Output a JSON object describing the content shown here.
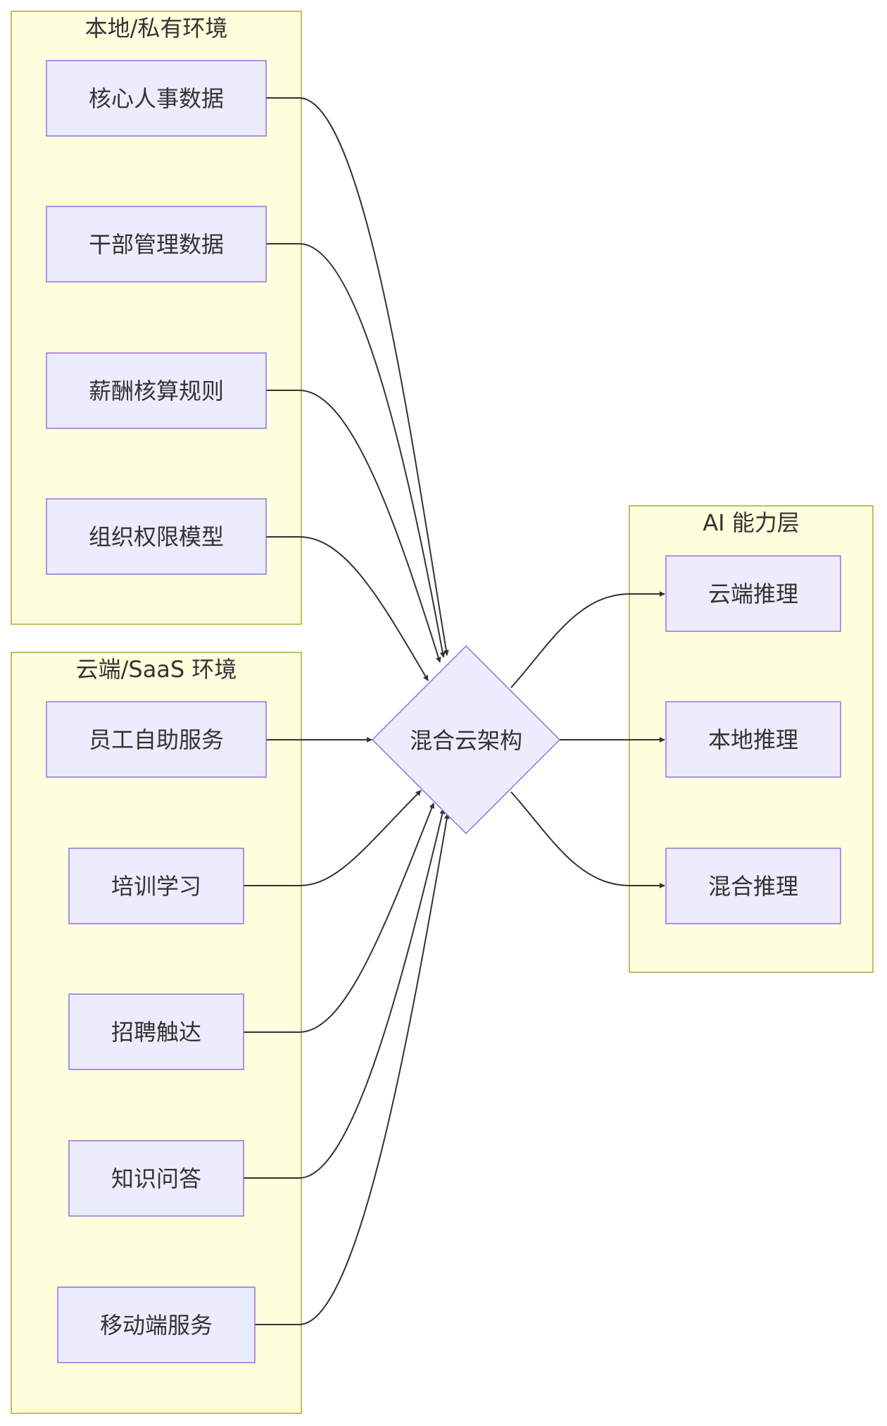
{
  "clusters": {
    "local": {
      "title": "本地/私有环境"
    },
    "cloud": {
      "title": "云端/SaaS 环境"
    },
    "ai": {
      "title": "AI 能力层"
    }
  },
  "nodes": {
    "core_hr": "核心人事数据",
    "cadre": "干部管理数据",
    "salary": "薪酬核算规则",
    "org_perm": "组织权限模型",
    "self_service": "员工自助服务",
    "training": "培训学习",
    "recruit": "招聘触达",
    "knowledge": "知识问答",
    "mobile": "移动端服务",
    "hybrid": "混合云架构",
    "cloud_infer": "云端推理",
    "local_infer": "本地推理",
    "hybrid_infer": "混合推理"
  },
  "colors": {
    "cluster_fill": "#ffffde",
    "cluster_stroke": "#aaaa33",
    "node_fill": "#ececff",
    "node_stroke": "#9370db",
    "edge": "#333333"
  }
}
